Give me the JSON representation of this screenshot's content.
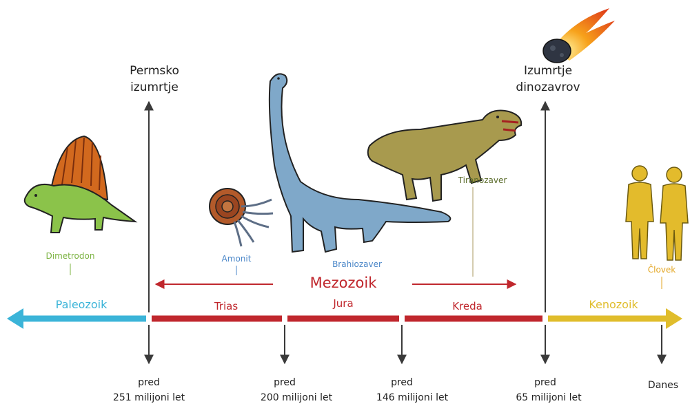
{
  "events": {
    "permian": [
      "Permsko",
      "izumrtje"
    ],
    "dinosaurs": [
      "Izumrtje",
      "dinozavrov"
    ]
  },
  "eras": {
    "paleozoic": "Paleozoik",
    "mesozoic": "Mezozoik",
    "cenozoic": "Kenozoik"
  },
  "periods": {
    "triassic": "Trias",
    "jurassic": "Jura",
    "cretaceous": "Kreda"
  },
  "organisms": {
    "dimetrodon": "Dimetrodon",
    "ammonite": "Amonit",
    "brachiosaurus": "Brahiozaver",
    "tyrannosaurus": "Tiranozaver",
    "human": "Človek"
  },
  "dates": {
    "d251": [
      "pred",
      "251 milijoni let"
    ],
    "d200": [
      "pred",
      "200 milijoni let"
    ],
    "d146": [
      "pred",
      "146 milijoni let"
    ],
    "d65": [
      "pred",
      "65 milijoni let"
    ],
    "today": "Danes"
  },
  "colors": {
    "paleozoic": "#3bb4d8",
    "mesozoic": "#c0272d",
    "cenozoic": "#e0bd2c",
    "dimetrodon": "#7cb342",
    "ammonite": "#4a86c8",
    "brachiosaurus": "#4a86c8",
    "tyrannosaurus": "#5a6b2a",
    "human": "#e3a520"
  },
  "icons": [
    "dimetrodon-illustration",
    "ammonite-illustration",
    "brachiosaurus-illustration",
    "tyrannosaurus-illustration",
    "meteor-illustration",
    "human-silhouettes"
  ]
}
